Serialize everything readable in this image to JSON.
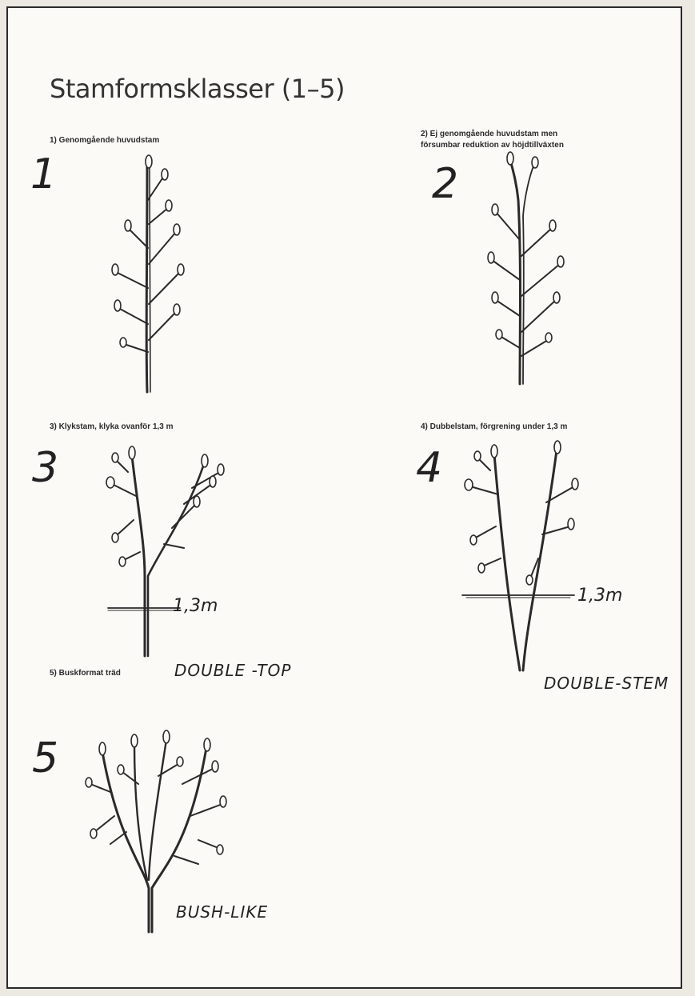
{
  "page": {
    "title": "Stamformsklasser (1–5)"
  },
  "classes": [
    {
      "number": "1",
      "caption": "1) Genomgående huvudstam",
      "note": ""
    },
    {
      "number": "2",
      "caption_line1": "2) Ej genomgående huvudstam men",
      "caption_line2": "försumbar reduktion av höjdtillväxten",
      "note": ""
    },
    {
      "number": "3",
      "caption": "3) Klykstam, klyka ovanför 1,3 m",
      "measure": "1,3m",
      "note": "DOUBLE -TOP"
    },
    {
      "number": "4",
      "caption": "4) Dubbelstam, förgrening under 1,3 m",
      "measure": "1,3m",
      "note": "DOUBLE-STEM"
    },
    {
      "number": "5",
      "caption": "5) Buskformat träd",
      "note": "BUSH-LIKE"
    }
  ],
  "colors": {
    "ink": "#2a2a2a",
    "paper": "#fbfaf7",
    "background": "#ece9e3"
  }
}
